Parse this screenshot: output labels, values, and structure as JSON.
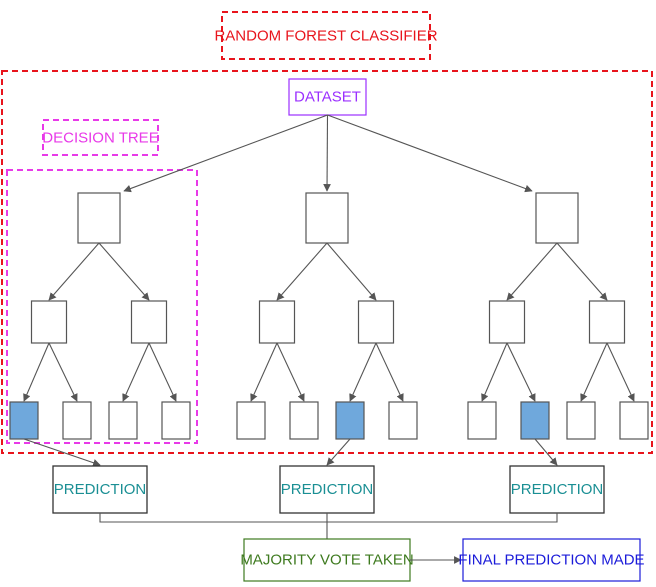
{
  "title": "RANDOM FOREST CLASSIFIER",
  "dataset_label": "DATASET",
  "decision_tree_label": "DECISION TREE",
  "prediction_label": "PREDICTION",
  "majority_vote_label": "MAJORITY VOTE TAKEN",
  "final_prediction_label": "FINAL PREDICTION MADE",
  "colors": {
    "forest": "#e8141c",
    "tree": "#e83ae8",
    "dataset": "#9b30ff",
    "prediction": "#1a8f94",
    "majority": "#3e7a1f",
    "final": "#1b1bd9",
    "selected_leaf": "#6fa8dc"
  },
  "trees": [
    {
      "name": "tree-1",
      "selected_leaf": 0
    },
    {
      "name": "tree-2",
      "selected_leaf": 2
    },
    {
      "name": "tree-3",
      "selected_leaf": 1
    }
  ]
}
